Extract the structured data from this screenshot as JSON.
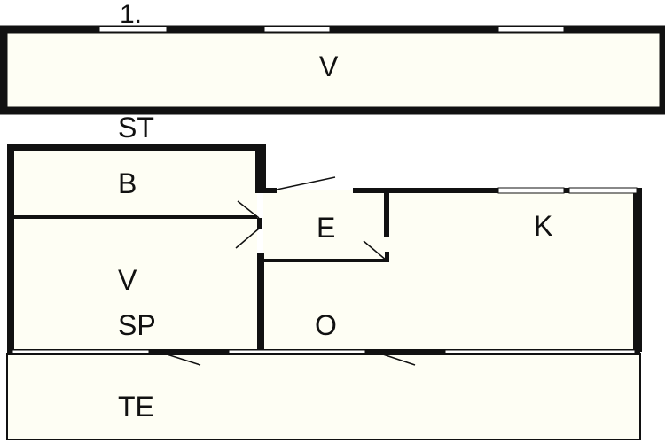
{
  "floor_label": "1.",
  "rooms": {
    "upper_v": "V",
    "st": "ST",
    "b": "B",
    "lower_v": "V",
    "sp": "SP",
    "e": "E",
    "k": "K",
    "o": "O",
    "te": "TE"
  },
  "colors": {
    "wall": "#111111",
    "floor": "#fefef4",
    "window": "#ffffff",
    "background": "#ffffff"
  }
}
